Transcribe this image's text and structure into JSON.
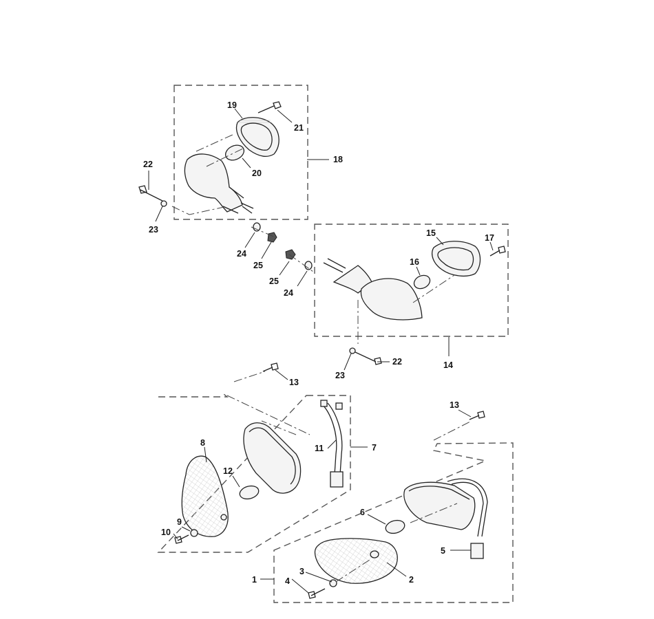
{
  "diagram": {
    "callouts": {
      "p1": "1",
      "p2": "2",
      "p3": "3",
      "p4": "4",
      "p5": "5",
      "p6": "6",
      "p7": "7",
      "p8": "8",
      "p9": "9",
      "p10": "10",
      "p11": "11",
      "p12": "12",
      "p13a": "13",
      "p13b": "13",
      "p14": "14",
      "p15": "15",
      "p16": "16",
      "p17": "17",
      "p18": "18",
      "p19": "19",
      "p20": "20",
      "p21": "21",
      "p22a": "22",
      "p22b": "22",
      "p23a": "23",
      "p23b": "23",
      "p24a": "24",
      "p24b": "24",
      "p25a": "25",
      "p25b": "25"
    }
  }
}
